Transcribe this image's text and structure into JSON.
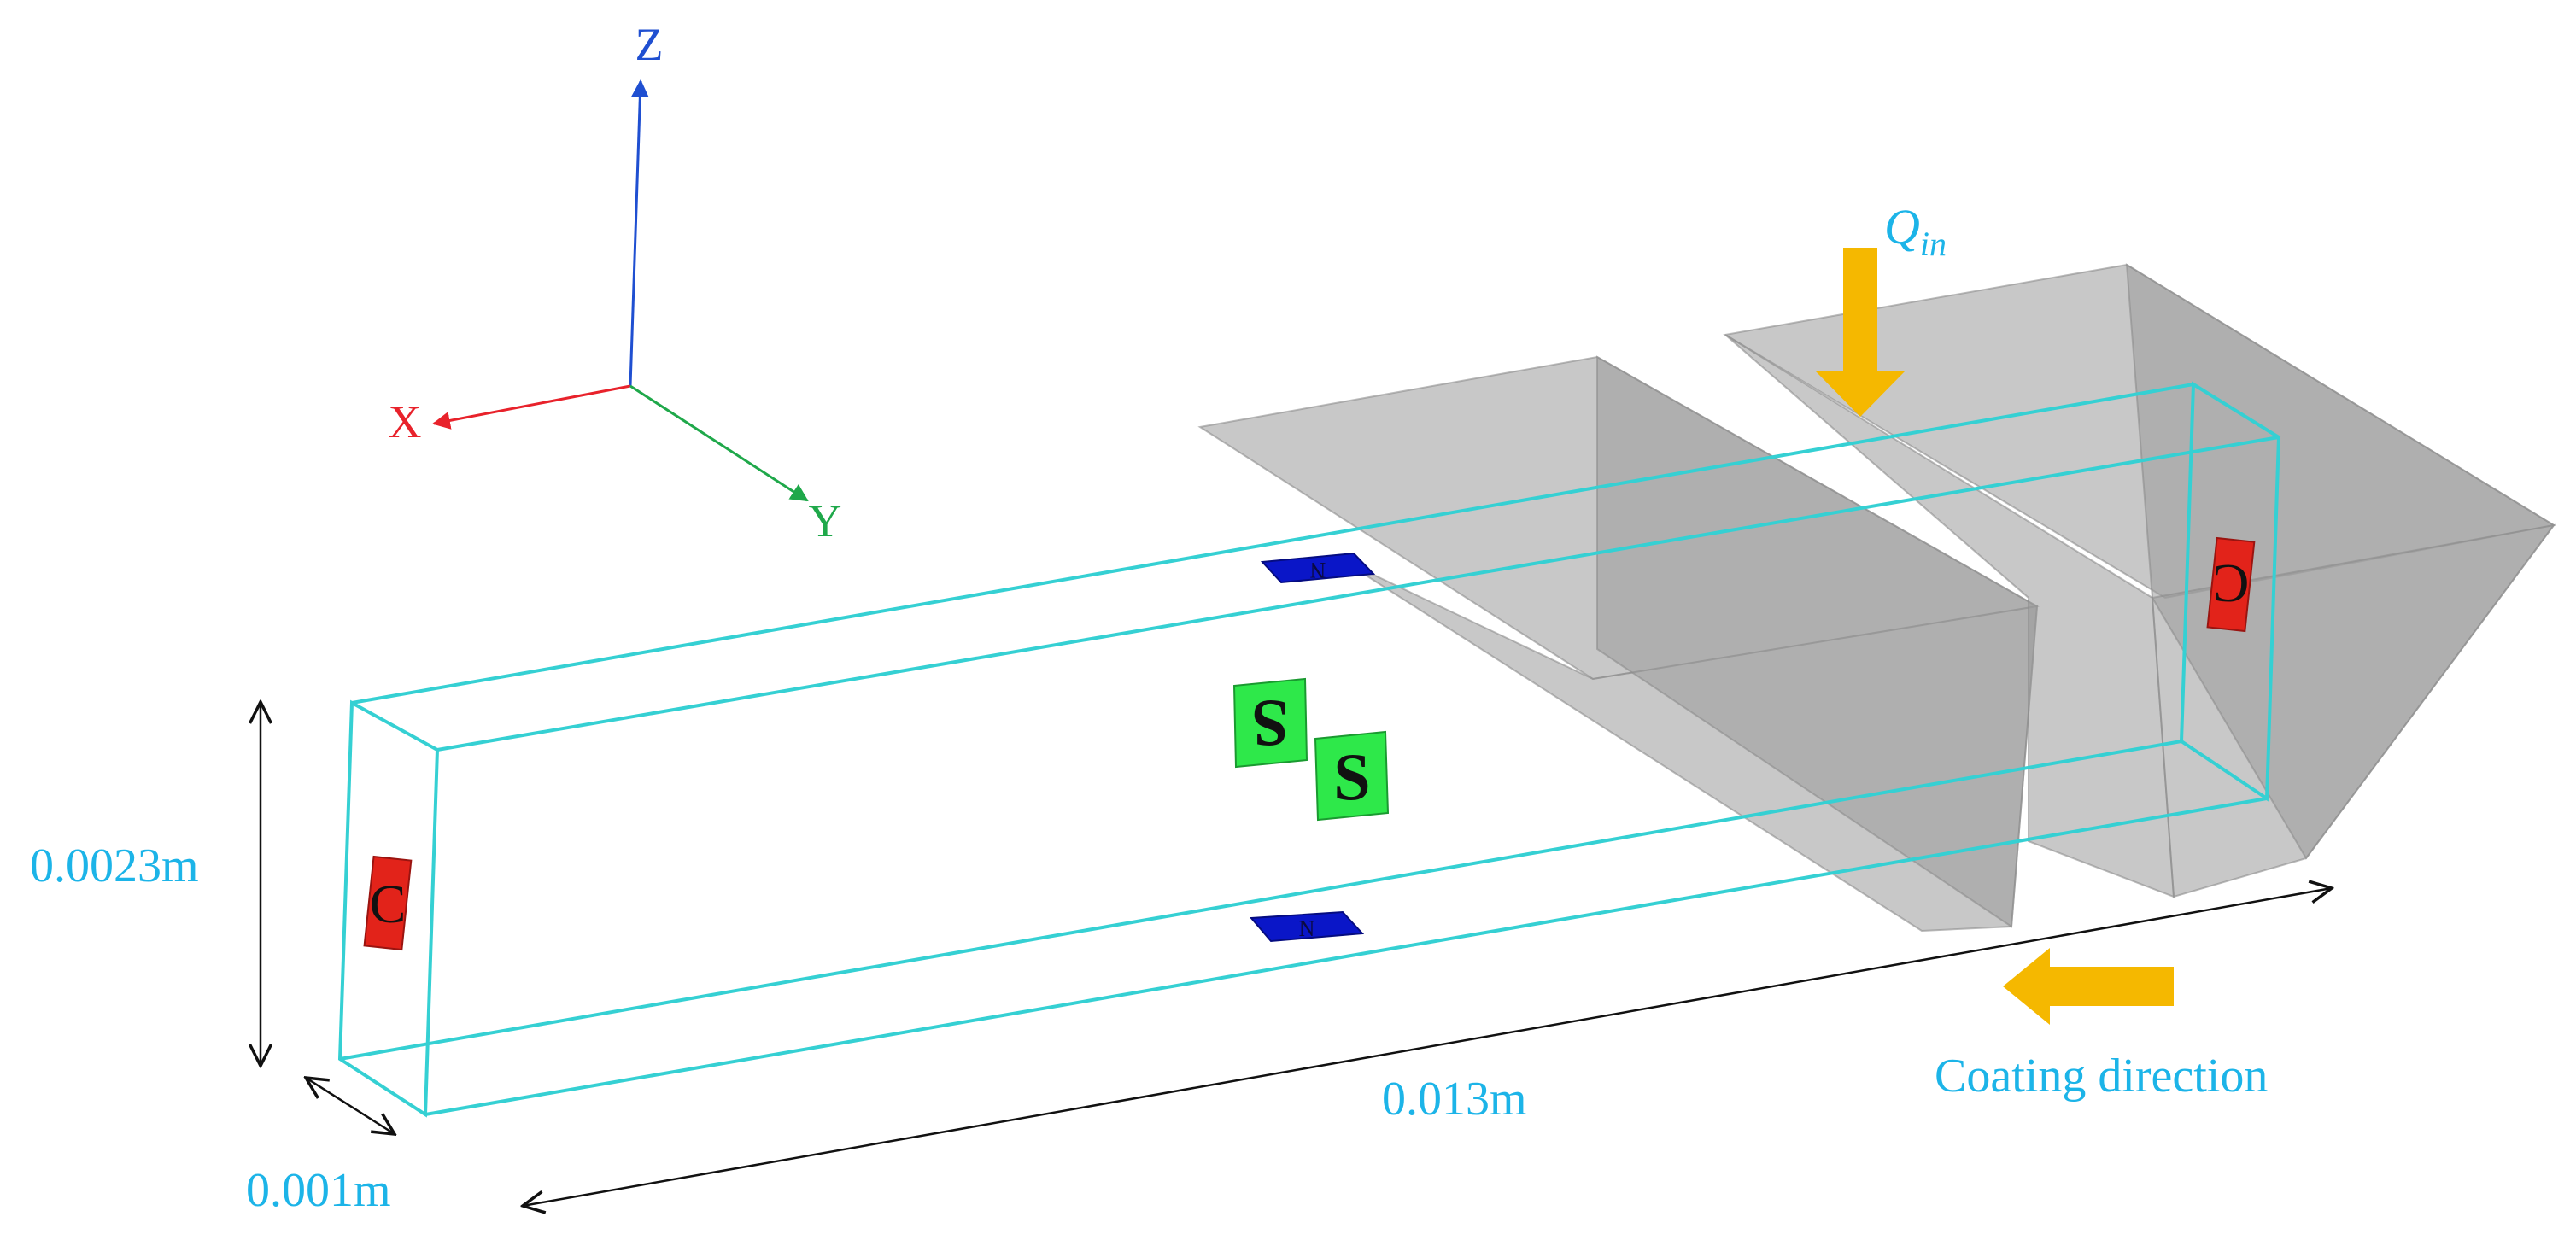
{
  "axes": {
    "x_label": "X",
    "y_label": "Y",
    "z_label": "Z",
    "x_color": "#e8222b",
    "y_color": "#1fa84a",
    "z_color": "#1f4fd1"
  },
  "dimensions": {
    "height": "0.0023m",
    "width": "0.001m",
    "length": "0.013m"
  },
  "inflow": {
    "symbol": "Q",
    "subscript": "in",
    "arrow_color": "#f5b800"
  },
  "coating": {
    "label": "Coating direction",
    "arrow_color": "#f5b800"
  },
  "boundary_markers": {
    "c_left": "C",
    "c_right": "C",
    "s_back": "S",
    "s_front": "S",
    "n_top": "N",
    "n_bottom": "N"
  },
  "colors": {
    "domain_outline": "#35d0d3",
    "label_text": "#1cb4e8",
    "coater_fill": "#9a9a9a",
    "marker_c": "#e2231a",
    "marker_s": "#2ee84a",
    "marker_n": "#0a16c8"
  }
}
